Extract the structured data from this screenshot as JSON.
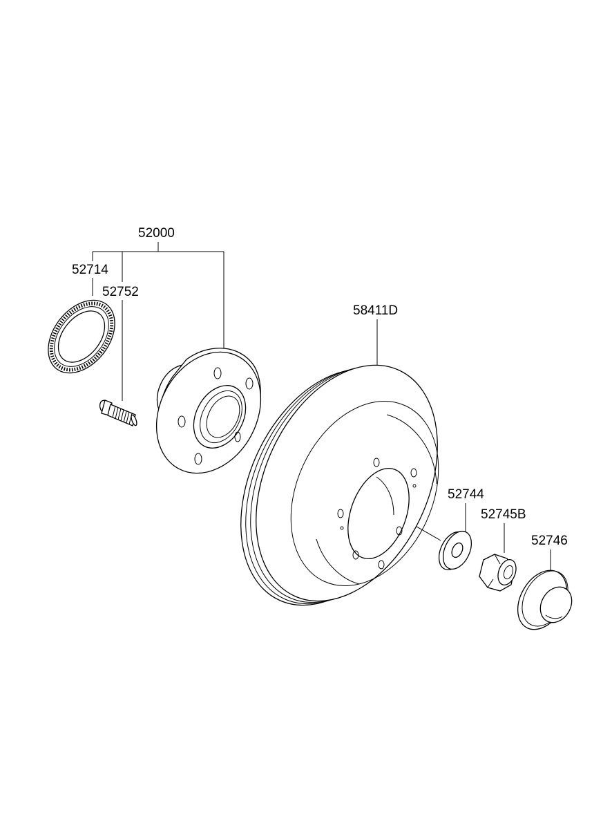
{
  "parts": {
    "assembly_52000": "52000",
    "tone_wheel_52714": "52714",
    "hub_bolt_52752": "52752",
    "brake_disc_58411D": "58411D",
    "washer_52744": "52744",
    "nut_52745B": "52745B",
    "cap_52746": "52746"
  }
}
